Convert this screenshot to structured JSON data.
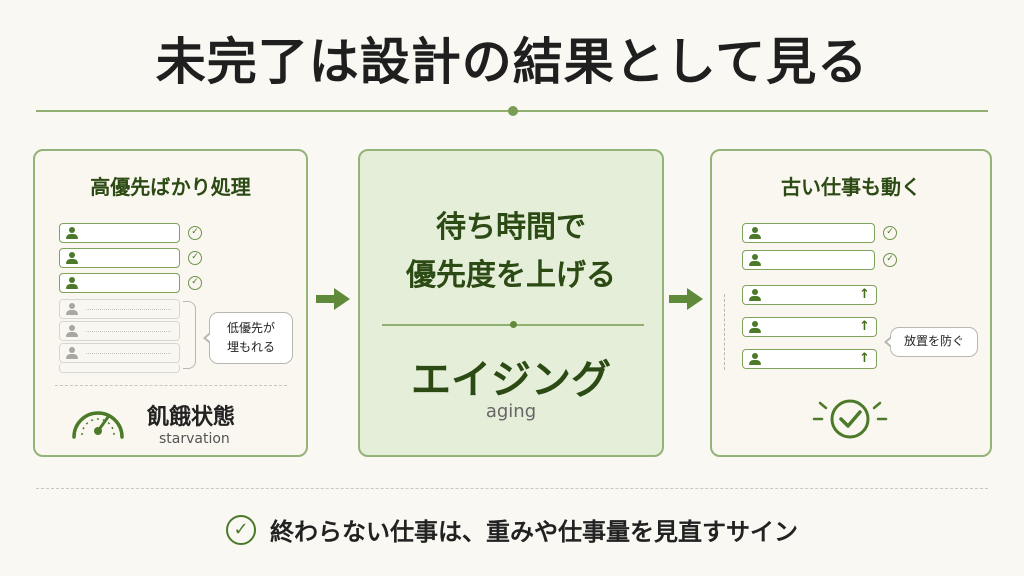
{
  "title": "未完了は設計の結果として見る",
  "left": {
    "heading": "高優先ばかり処理",
    "callout_line1": "低優先が",
    "callout_line2": "埋もれる",
    "state_label": "飢餓状態",
    "state_sub": "starvation"
  },
  "middle": {
    "line1": "待ち時間で",
    "line2": "優先度を上げる",
    "term": "エイジング",
    "term_sub": "aging"
  },
  "right": {
    "heading": "古い仕事も動く",
    "callout": "放置を防ぐ"
  },
  "footer": "終わらない仕事は、重みや仕事量を見直すサイン",
  "colors": {
    "accent": "#4d7a2a",
    "panel_border": "#93b378",
    "mid_fill": "#e5eed8"
  },
  "icons": [
    "person-icon",
    "check-icon",
    "up-arrow-icon",
    "gauge-icon",
    "right-arrow-icon"
  ]
}
